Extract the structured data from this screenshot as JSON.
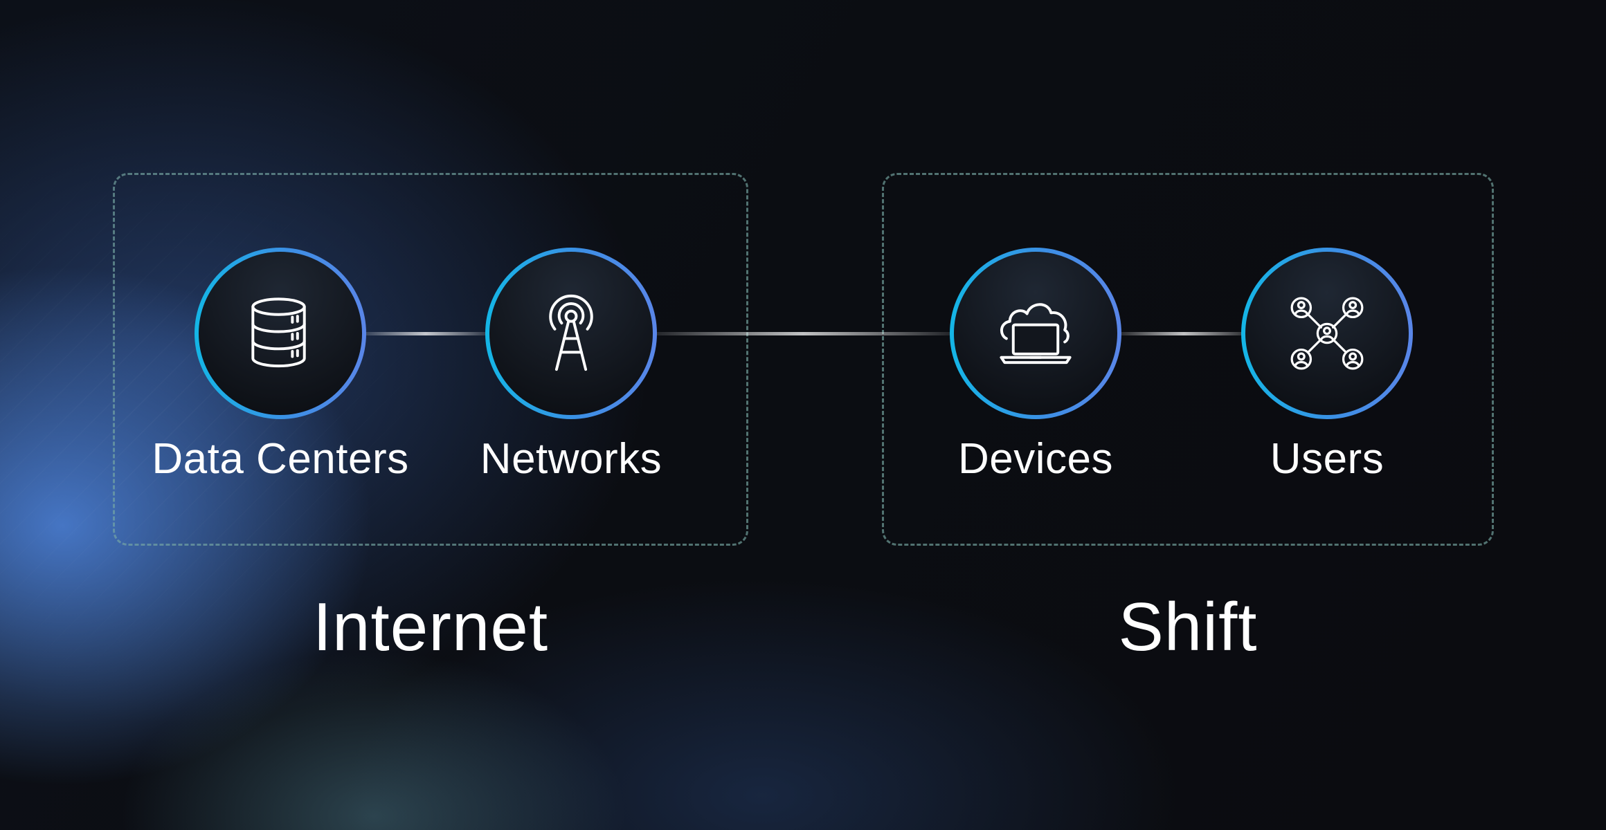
{
  "groups": [
    {
      "title": "Internet",
      "nodes": [
        {
          "label": "Data Centers",
          "icon": "database-icon"
        },
        {
          "label": "Networks",
          "icon": "antenna-tower-icon"
        }
      ]
    },
    {
      "title": "Shift",
      "nodes": [
        {
          "label": "Devices",
          "icon": "cloud-laptop-icon"
        },
        {
          "label": "Users",
          "icon": "user-network-icon"
        }
      ]
    }
  ],
  "colors": {
    "background": "#0b0d12",
    "ring_start": "#14b6e6",
    "ring_end": "#5a86e8",
    "dashed_border": "#78aaa5",
    "text": "#ffffff"
  }
}
